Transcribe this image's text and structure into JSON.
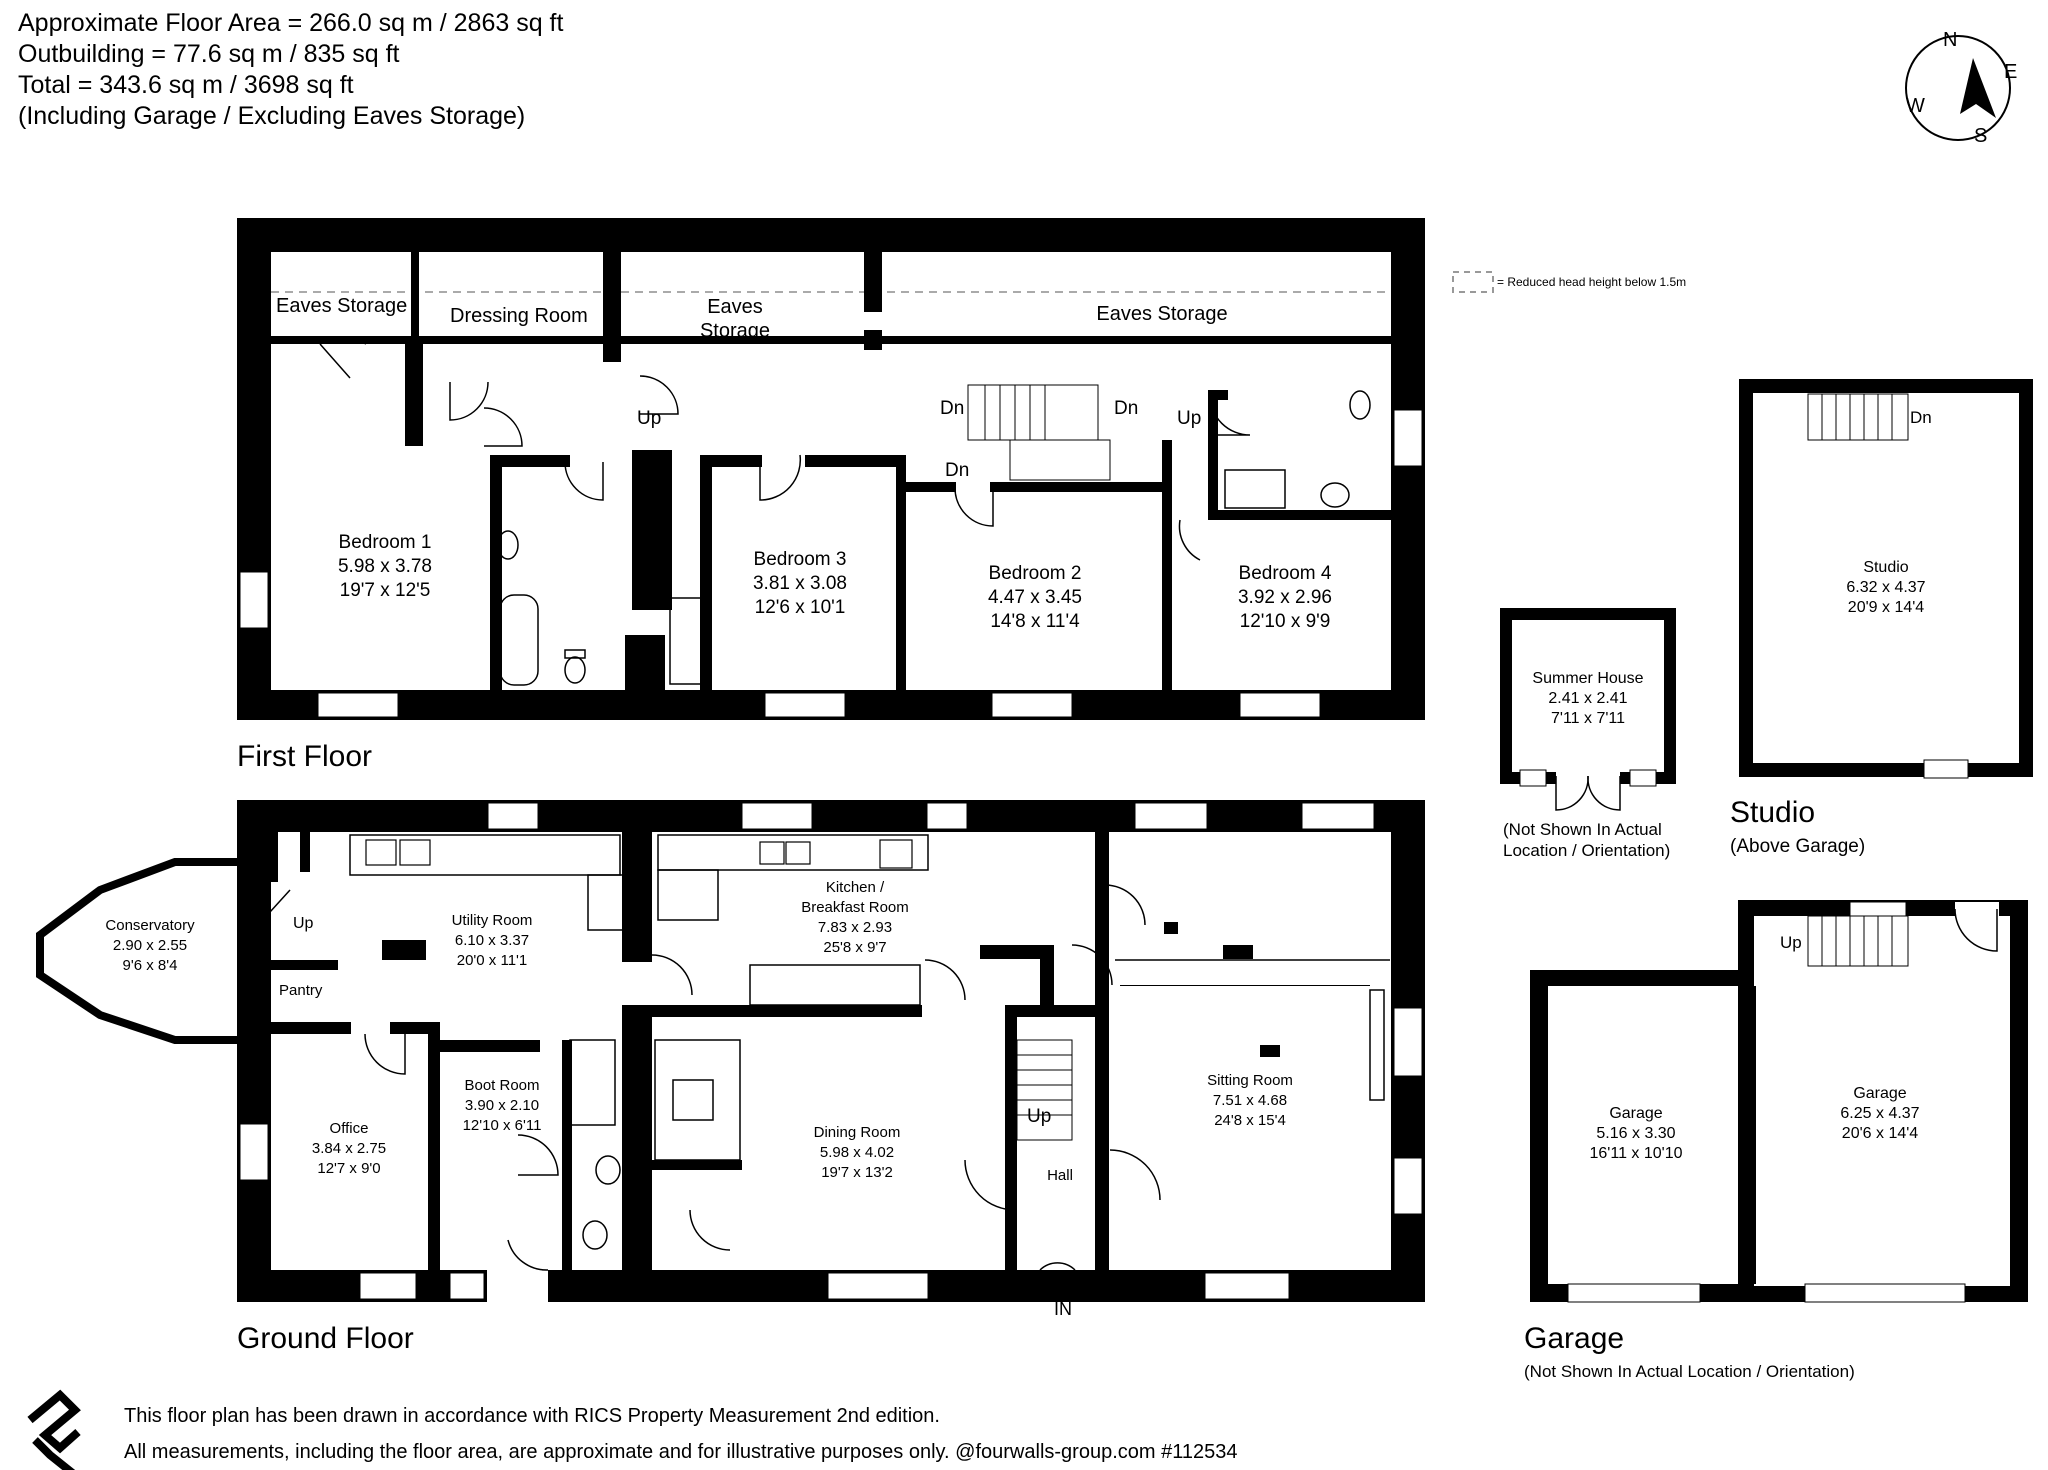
{
  "summary": {
    "line1": "Approximate Floor Area = 266.0 sq m / 2863 sq ft",
    "line2": "Outbuilding = 77.6 sq m / 835 sq ft",
    "line3": "Total = 343.6 sq m / 3698 sq ft",
    "line4": "(Including Garage / Excluding Eaves Storage)"
  },
  "compass": {
    "n": "N",
    "e": "E",
    "s": "S",
    "w": "W"
  },
  "legend": {
    "reduced_head_height": "= Reduced head height below 1.5m"
  },
  "first_floor": {
    "title": "First Floor",
    "eaves_1": "Eaves Storage",
    "dressing_room": "Dressing Room",
    "eaves_2_line1": "Eaves",
    "eaves_2_line2": "Storage",
    "eaves_3": "Eaves Storage",
    "bedroom1": {
      "name": "Bedroom 1",
      "metric": "5.98 x 3.78",
      "imperial": "19'7 x 12'5"
    },
    "bedroom3": {
      "name": "Bedroom 3",
      "metric": "3.81 x 3.08",
      "imperial": "12'6 x 10'1"
    },
    "bedroom2": {
      "name": "Bedroom 2",
      "metric": "4.47 x 3.45",
      "imperial": "14'8 x 11'4"
    },
    "bedroom4": {
      "name": "Bedroom 4",
      "metric": "3.92 x 2.96",
      "imperial": "12'10 x 9'9"
    },
    "up_1": "Up",
    "dn_1": "Dn",
    "dn_2": "Dn",
    "dn_3": "Dn",
    "up_2": "Up"
  },
  "ground_floor": {
    "title": "Ground Floor",
    "conservatory": {
      "name": "Conservatory",
      "metric": "2.90 x 2.55",
      "imperial": "9'6 x 8'4"
    },
    "utility": {
      "name": "Utility Room",
      "metric": "6.10 x 3.37",
      "imperial": "20'0 x 11'1"
    },
    "kitchen": {
      "name_line1": "Kitchen /",
      "name_line2": "Breakfast Room",
      "metric": "7.83 x 2.93",
      "imperial": "25'8 x 9'7"
    },
    "pantry": "Pantry",
    "office": {
      "name": "Office",
      "metric": "3.84 x 2.75",
      "imperial": "12'7 x 9'0"
    },
    "boot_room": {
      "name": "Boot Room",
      "metric": "3.90 x 2.10",
      "imperial": "12'10 x 6'11"
    },
    "dining": {
      "name": "Dining Room",
      "metric": "5.98 x 4.02",
      "imperial": "19'7 x 13'2"
    },
    "sitting": {
      "name": "Sitting Room",
      "metric": "7.51 x 4.68",
      "imperial": "24'8 x 15'4"
    },
    "hall": "Hall",
    "up_utility": "Up",
    "up_hall": "Up",
    "entrance": "IN"
  },
  "summer_house": {
    "name": "Summer House",
    "metric": "2.41 x 2.41",
    "imperial": "7'11 x 7'11",
    "note_line1": "(Not Shown In Actual",
    "note_line2": "Location / Orientation)"
  },
  "studio": {
    "name": "Studio",
    "metric": "6.32 x 4.37",
    "imperial": "20'9 x 14'4",
    "title": "Studio",
    "subtitle": "(Above Garage)",
    "dn": "Dn"
  },
  "garage": {
    "left": {
      "name": "Garage",
      "metric": "5.16 x 3.30",
      "imperial": "16'11 x 10'10"
    },
    "right": {
      "name": "Garage",
      "metric": "6.25 x 4.37",
      "imperial": "20'6 x 14'4"
    },
    "up": "Up",
    "title": "Garage",
    "subtitle": "(Not Shown In Actual Location / Orientation)"
  },
  "footer": {
    "line1": "This floor plan has been drawn in accordance with RICS Property Measurement 2nd edition.",
    "line2": "All measurements, including the floor area, are approximate and for illustrative purposes only. @fourwalls-group.com #112534"
  }
}
